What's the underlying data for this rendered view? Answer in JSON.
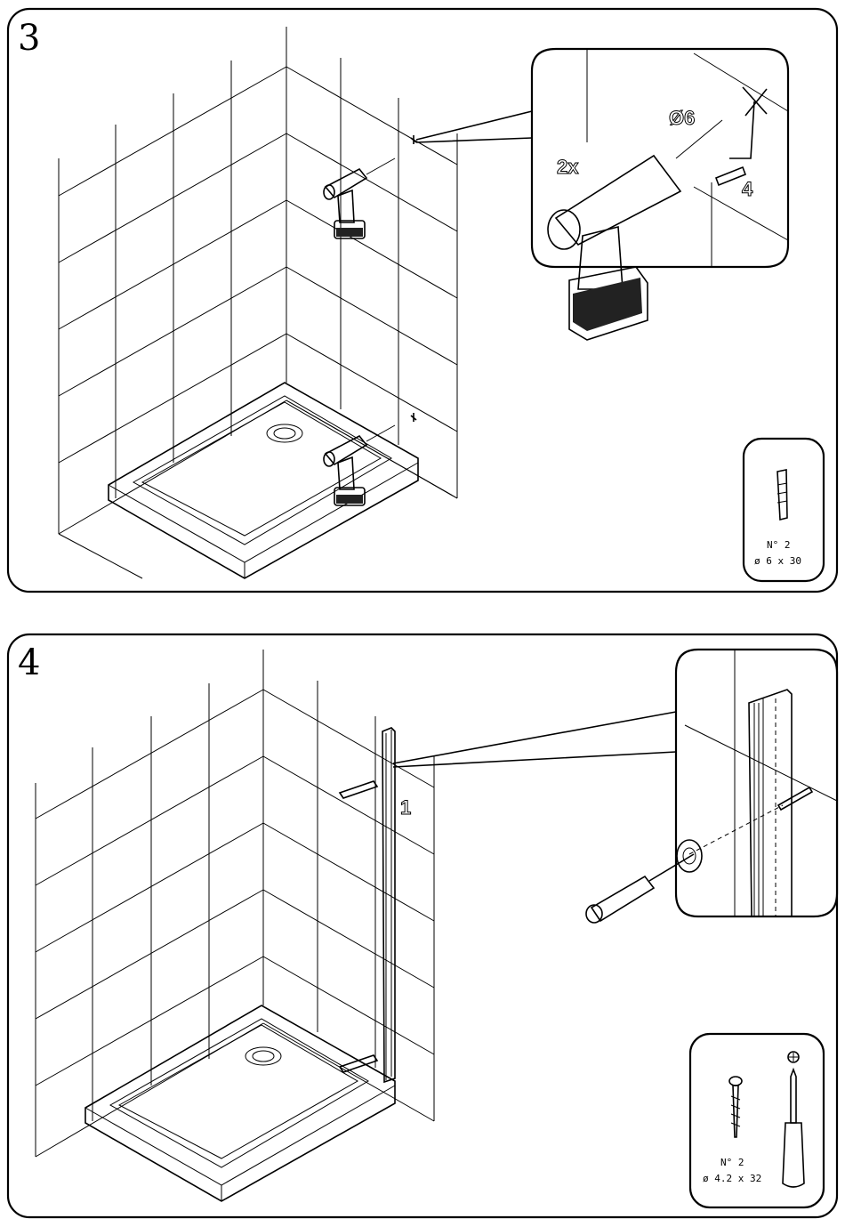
{
  "steps": [
    {
      "number": "3",
      "callout": {
        "quantity": "2x",
        "drill_diameter": "Ø6",
        "part_ref": "4"
      },
      "parts_box": {
        "count": "N° 2",
        "size": "ø 6 x 30",
        "icon": "wall-plug-icon"
      }
    },
    {
      "number": "4",
      "part_ref": "1",
      "parts_box": {
        "count": "N° 2",
        "size": "ø 4.2 x 32",
        "icon": "screw-icon",
        "tool_icon": "phillips-screwdriver-icon"
      }
    }
  ]
}
